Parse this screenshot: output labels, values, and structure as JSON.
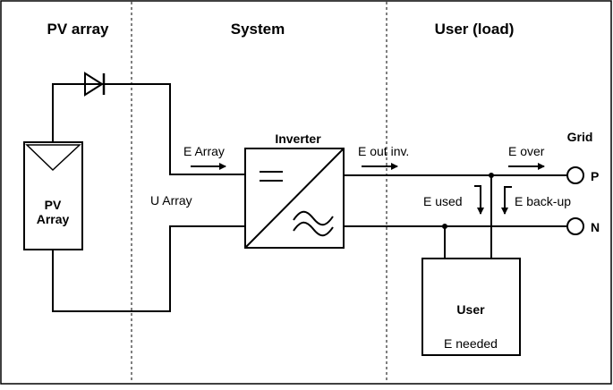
{
  "sections": {
    "pv_array": "PV array",
    "system": "System",
    "user_load": "User (load)"
  },
  "pv_panel": {
    "line1": "PV",
    "line2": "Array"
  },
  "inverter": {
    "title": "Inverter"
  },
  "user_box": {
    "title": "User",
    "subtitle": "E needed"
  },
  "grid": {
    "title": "Grid",
    "terminal_p": "P",
    "terminal_n": "N"
  },
  "energy_labels": {
    "e_array": "E Array",
    "u_array": "U Array",
    "e_out_inv": "E out inv.",
    "e_over": "E over",
    "e_used": "E used",
    "e_backup": "E back-up"
  }
}
